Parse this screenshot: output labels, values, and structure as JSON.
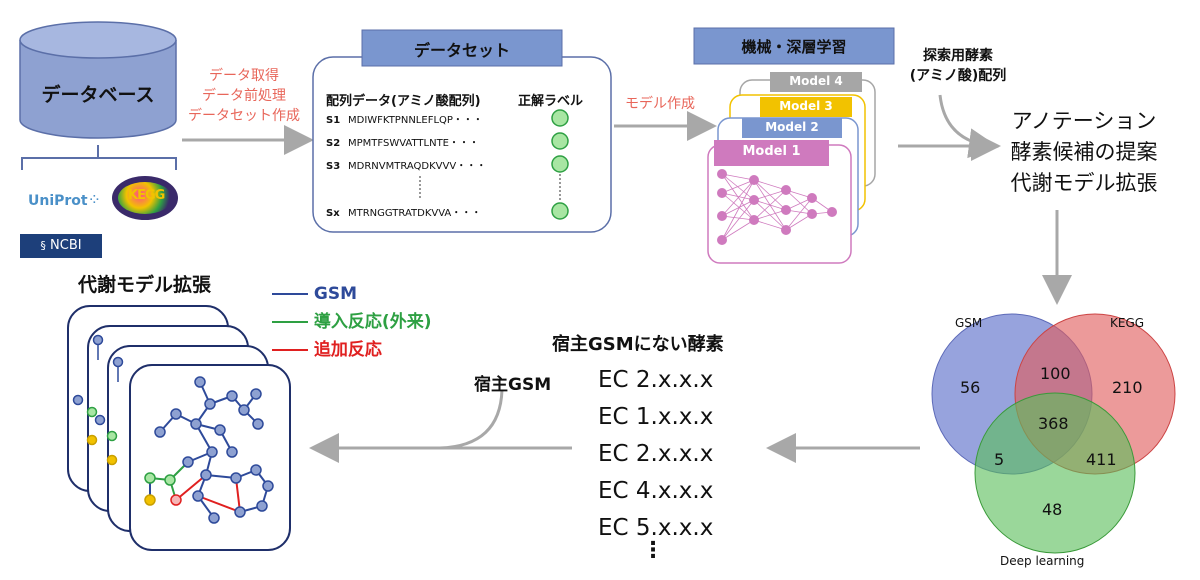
{
  "database": {
    "label": "データベース",
    "sources": [
      "UniProt",
      "KEGG",
      "NCBI"
    ]
  },
  "step1": {
    "lines": [
      "データ取得",
      "データ前処理",
      "データセット作成"
    ]
  },
  "dataset": {
    "title": "データセット",
    "seq_header": "配列データ(アミノ酸配列)",
    "label_header": "正解ラベル",
    "rows": [
      {
        "id": "S1",
        "seq": "MDIWFKTPNNLEFLQP・・・"
      },
      {
        "id": "S2",
        "seq": "MPMTFSWVATTLNTE・・・"
      },
      {
        "id": "S3",
        "seq": "MDRNVMTRAQDKVVV・・・"
      },
      {
        "id": "Sx",
        "seq": "MTRNGGTRATDKVVA・・・"
      }
    ]
  },
  "step2": {
    "label": "モデル作成"
  },
  "ml": {
    "title": "機械・深層学習",
    "models": [
      "Model 4",
      "Model 3",
      "Model 2",
      "Model 1"
    ],
    "colors": [
      "#a6a6a6",
      "#f2c200",
      "#7a96cf",
      "#cf7abe"
    ]
  },
  "query": {
    "lines": [
      "探索用酵素",
      "(アミノ酸)配列"
    ]
  },
  "outputs": {
    "lines": [
      "アノテーション",
      "酵素候補の提案",
      "代謝モデル拡張"
    ]
  },
  "venn": {
    "labels": {
      "gsm": "GSM",
      "kegg": "KEGG",
      "dl": "Deep learning"
    },
    "values": {
      "gsm_only": "56",
      "gsm_kegg": "100",
      "kegg_only": "210",
      "all": "368",
      "gsm_dl": "5",
      "kegg_dl": "411",
      "dl_only": "48"
    }
  },
  "enzymes": {
    "title": "宿主GSMにない酵素",
    "list": [
      "EC 2.x.x.x",
      "EC 1.x.x.x",
      "EC 2.x.x.x",
      "EC 4.x.x.x",
      "EC 5.x.x.x"
    ],
    "more": "⋮"
  },
  "host": {
    "label": "宿主GSM"
  },
  "expansion": {
    "title": "代謝モデル拡張",
    "legend": [
      {
        "label": "GSM",
        "color": "#2e4a9a"
      },
      {
        "label": "導入反応(外来)",
        "color": "#2ea043"
      },
      {
        "label": "追加反応",
        "color": "#e02020"
      }
    ]
  }
}
